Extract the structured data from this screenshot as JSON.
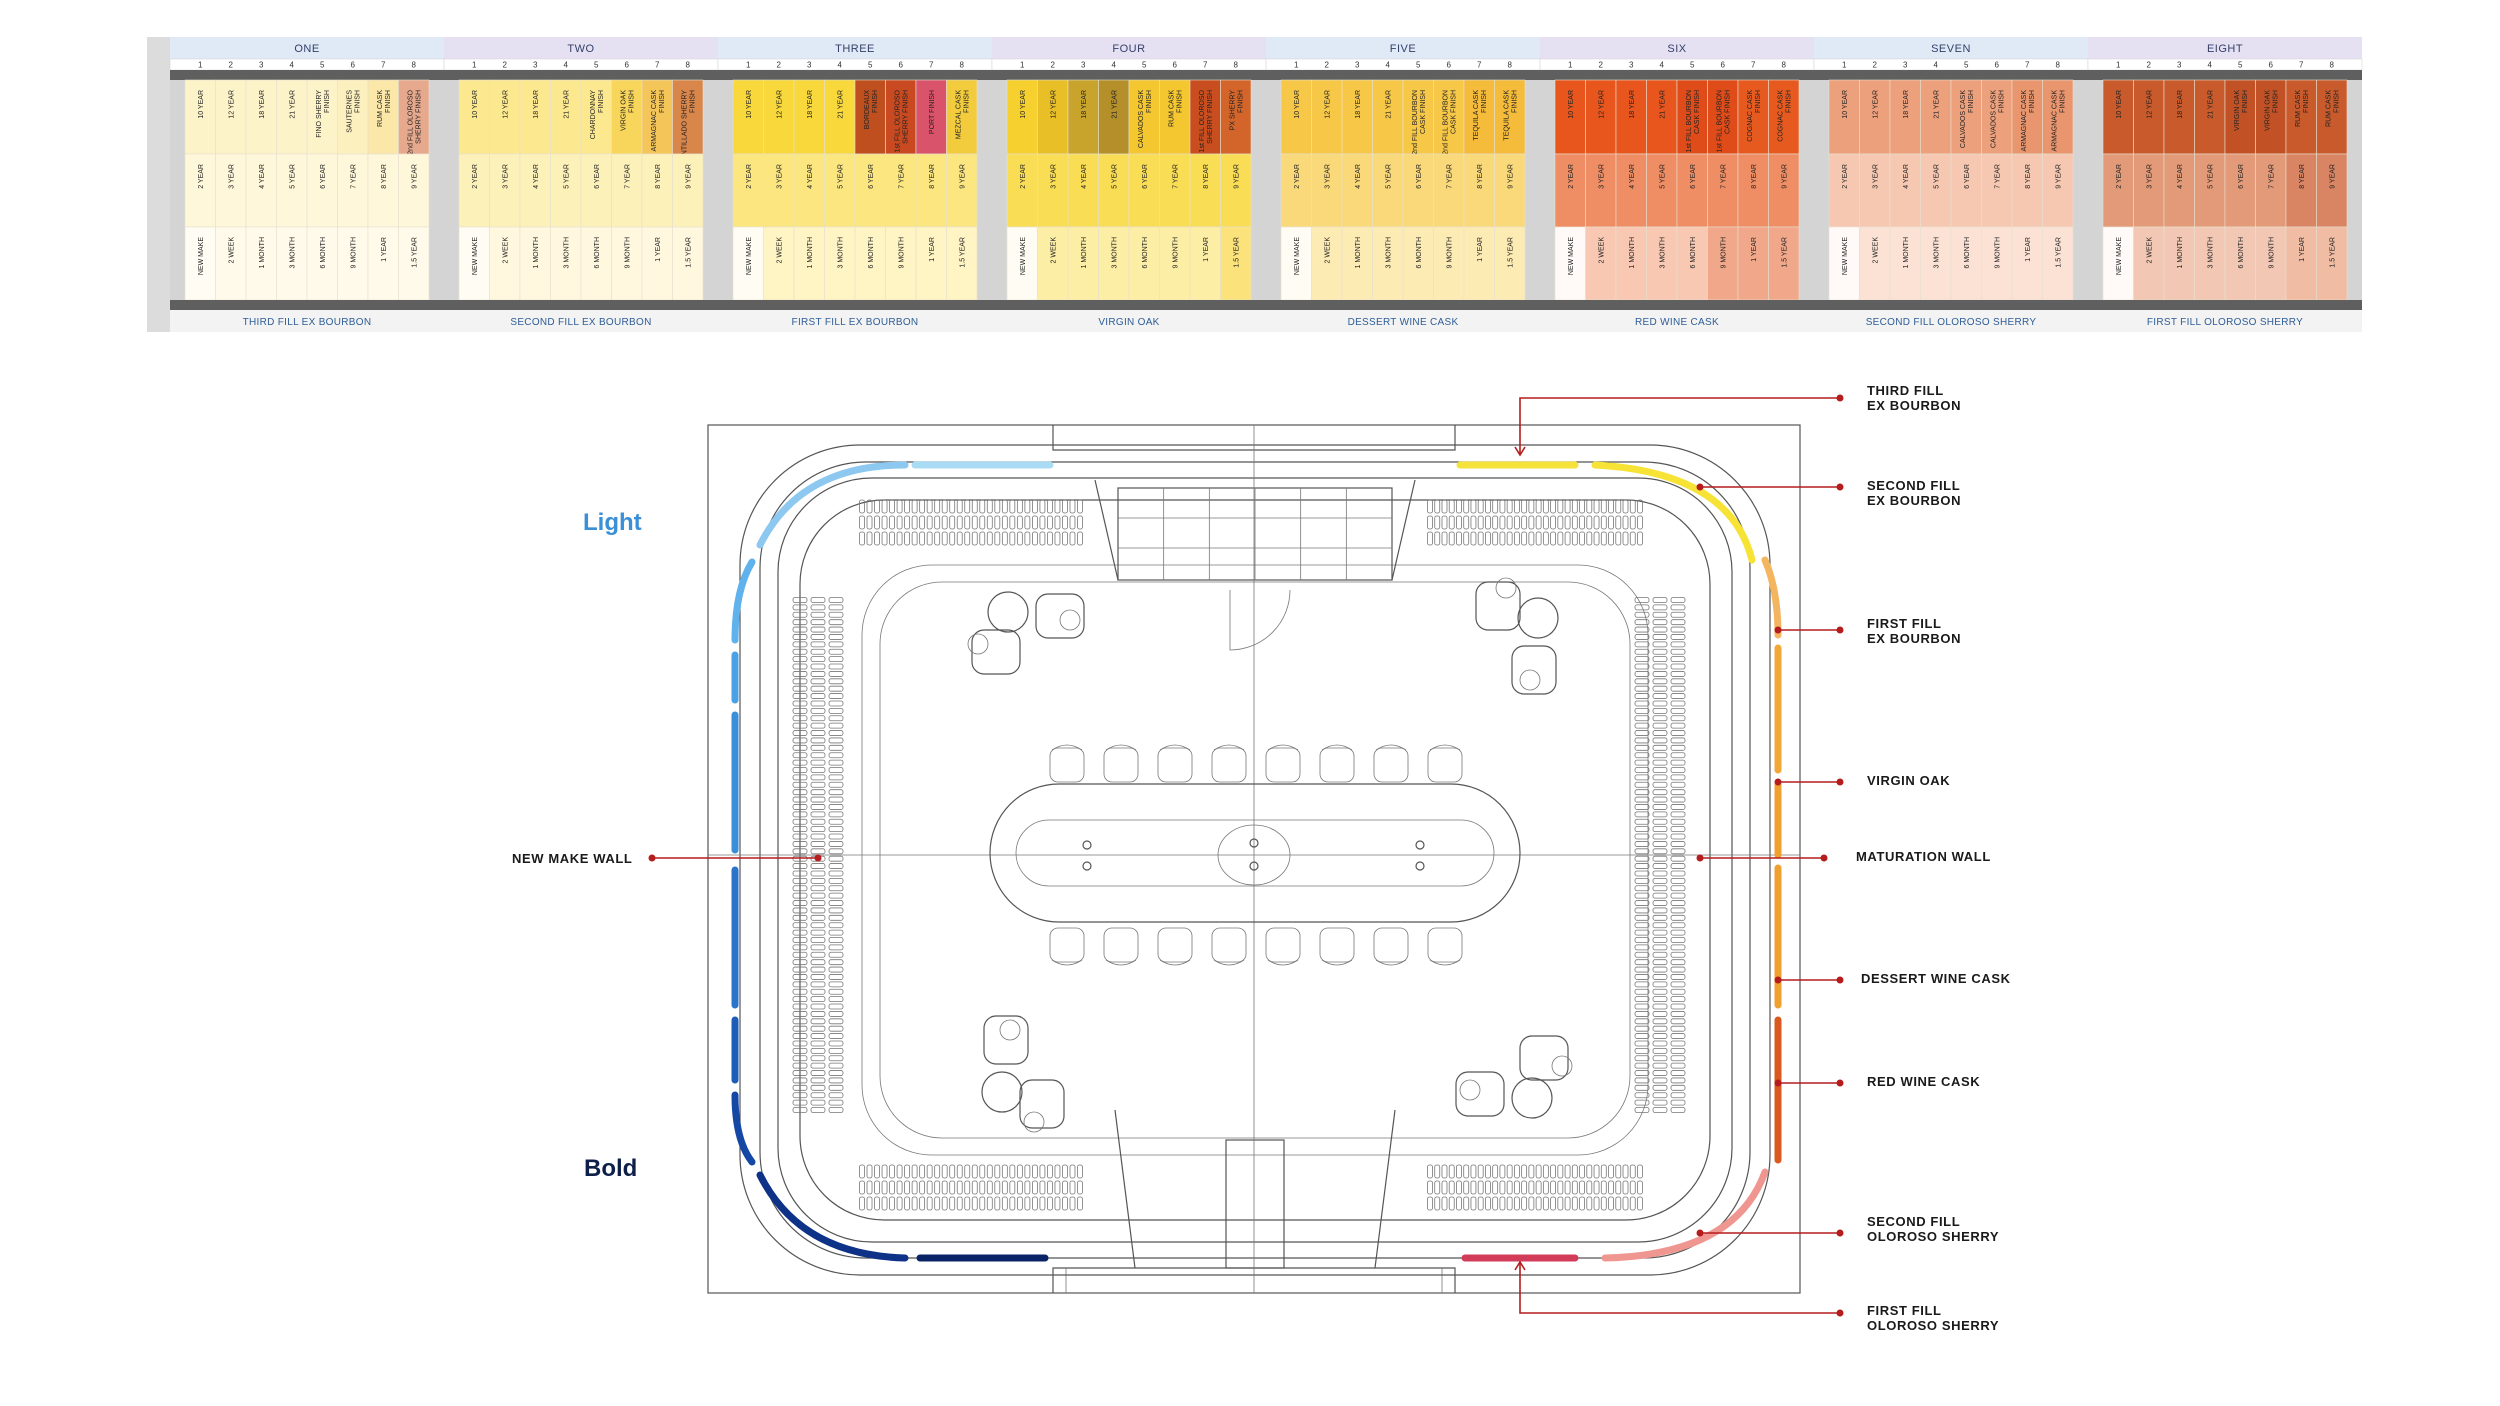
{
  "table": {
    "sections": [
      {
        "title": "ONE",
        "cask": "THIRD FILL EX BOURBON",
        "cols": [
          "1",
          "2",
          "3",
          "4",
          "5",
          "6",
          "7",
          "8"
        ],
        "rows": [
          [
            "10 YEAR",
            "12 YEAR",
            "18 YEAR",
            "21 YEAR",
            "FINO SHERRY FINISH",
            "SAUTERNES FINISH",
            "RUM CASK FINISH",
            "2nd FILL OLOROSO SHERRY FINISH"
          ],
          [
            "2 YEAR",
            "3 YEAR",
            "4 YEAR",
            "5 YEAR",
            "6 YEAR",
            "7 YEAR",
            "8 YEAR",
            "9 YEAR"
          ],
          [
            "NEW MAKE",
            "2 WEEK",
            "1 MONTH",
            "3 MONTH",
            "6 MONTH",
            "9 MONTH",
            "1 YEAR",
            "1.5 YEAR"
          ]
        ],
        "colors": [
          [
            "#fdf3c9",
            "#fdf3c9",
            "#fdf3c9",
            "#fdf3c9",
            "#fdf3c9",
            "#fdf0bf",
            "#fbe7a8",
            "#e7a98d"
          ],
          [
            "#fef7d9",
            "#fef7d9",
            "#fef7d9",
            "#fef7d9",
            "#fef7d9",
            "#fef7d9",
            "#fef7d9",
            "#fef7d9"
          ],
          [
            "#fffdf3",
            "#fffaea",
            "#fffaea",
            "#fffaea",
            "#fffaea",
            "#fffaea",
            "#fffaea",
            "#fffaea"
          ]
        ]
      },
      {
        "title": "TWO",
        "cask": "SECOND FILL EX BOURBON",
        "cols": [
          "1",
          "2",
          "3",
          "4",
          "5",
          "6",
          "7",
          "8"
        ],
        "rows": [
          [
            "10 YEAR",
            "12 YEAR",
            "18 YEAR",
            "21 YEAR",
            "CHARDONNAY FINISH",
            "VIRGIN OAK FINISH",
            "ARMAGNAC CASK FINISH",
            "AMONTILLADO SHERRY FINISH"
          ],
          [
            "2 YEAR",
            "3 YEAR",
            "4 YEAR",
            "5 YEAR",
            "6 YEAR",
            "7 YEAR",
            "8 YEAR",
            "9 YEAR"
          ],
          [
            "NEW MAKE",
            "2 WEEK",
            "1 MONTH",
            "3 MONTH",
            "6 MONTH",
            "9 MONTH",
            "1 YEAR",
            "1.5 YEAR"
          ]
        ],
        "colors": [
          [
            "#fce98f",
            "#fce98f",
            "#fce98f",
            "#fce98f",
            "#fce98f",
            "#f8d65c",
            "#f4c65a",
            "#d9864b"
          ],
          [
            "#fdf1ba",
            "#fdf1ba",
            "#fdf1ba",
            "#fdf1ba",
            "#fdf1ba",
            "#fdf1ba",
            "#fdf1ba",
            "#fdf1ba"
          ],
          [
            "#fffdf3",
            "#fff8df",
            "#fff8df",
            "#fff8df",
            "#fff8df",
            "#fff8df",
            "#fff8df",
            "#fff8df"
          ]
        ]
      },
      {
        "title": "THREE",
        "cask": "FIRST FILL EX BOURBON",
        "cols": [
          "1",
          "2",
          "3",
          "4",
          "5",
          "6",
          "7",
          "8"
        ],
        "rows": [
          [
            "10 YEAR",
            "12 YEAR",
            "18 YEAR",
            "21 YEAR",
            "BORDEAUX FINISH",
            "1st FILL OLOROSO SHERRY FINISH",
            "PORT FINISH",
            "MEZCAL CASK FINISH"
          ],
          [
            "2 YEAR",
            "3 YEAR",
            "4 YEAR",
            "5 YEAR",
            "6 YEAR",
            "7 YEAR",
            "8 YEAR",
            "9 YEAR"
          ],
          [
            "NEW MAKE",
            "2 WEEK",
            "1 MONTH",
            "3 MONTH",
            "6 MONTH",
            "9 MONTH",
            "1 YEAR",
            "1.5 YEAR"
          ]
        ],
        "colors": [
          [
            "#f8d83a",
            "#f8d83a",
            "#f8d83a",
            "#f8d83a",
            "#bf4f1e",
            "#c94a21",
            "#d9536b",
            "#f2cc3c"
          ],
          [
            "#fbe680",
            "#fbe680",
            "#fbe680",
            "#fbe680",
            "#fbe680",
            "#fbe680",
            "#fbe680",
            "#fbe680"
          ],
          [
            "#fffdf3",
            "#fef4c4",
            "#fef4c4",
            "#fef4c4",
            "#fef4c4",
            "#fef4c4",
            "#fef4c4",
            "#fef4c4"
          ]
        ]
      },
      {
        "title": "FOUR",
        "cask": "VIRGIN OAK",
        "cols": [
          "1",
          "2",
          "3",
          "4",
          "5",
          "6",
          "7",
          "8"
        ],
        "rows": [
          [
            "10 YEAR",
            "12 YEAR",
            "18 YEAR",
            "21 YEAR",
            "CALVADOS CASK FINISH",
            "RUM CASK FINISH",
            "1st FILL OLOROSO SHERRY FINISH",
            "PX SHERRY FINISH"
          ],
          [
            "2 YEAR",
            "3 YEAR",
            "4 YEAR",
            "5 YEAR",
            "6 YEAR",
            "7 YEAR",
            "8 YEAR",
            "9 YEAR"
          ],
          [
            "NEW MAKE",
            "2 WEEK",
            "1 MONTH",
            "3 MONTH",
            "6 MONTH",
            "9 MONTH",
            "1 YEAR",
            "1.5 YEAR"
          ]
        ],
        "colors": [
          [
            "#f6d02f",
            "#e9bf27",
            "#c9a42d",
            "#b48f2a",
            "#f4c62f",
            "#f4c62f",
            "#c84e1f",
            "#d3652a"
          ],
          [
            "#f9dd55",
            "#f9dd55",
            "#f9dd55",
            "#f9dd55",
            "#f9dd55",
            "#f9dd55",
            "#f9dd55",
            "#f9dd55"
          ],
          [
            "#fffdf3",
            "#fdeea5",
            "#fdeea5",
            "#fdeea5",
            "#fdeea5",
            "#fdeea5",
            "#fdeea5",
            "#fbe27a"
          ]
        ]
      },
      {
        "title": "FIVE",
        "cask": "DESSERT WINE CASK",
        "cols": [
          "1",
          "2",
          "3",
          "4",
          "5",
          "6",
          "7",
          "8"
        ],
        "rows": [
          [
            "10 YEAR",
            "12 YEAR",
            "18 YEAR",
            "21 YEAR",
            "2nd FILL BOURBON CASK FINISH",
            "2nd FILL BOURBON CASK FINISH",
            "TEQUILA CASK FINISH",
            "TEQUILA CASK FINISH"
          ],
          [
            "2 YEAR",
            "3 YEAR",
            "4 YEAR",
            "5 YEAR",
            "6 YEAR",
            "7 YEAR",
            "8 YEAR",
            "9 YEAR"
          ],
          [
            "NEW MAKE",
            "2 WEEK",
            "1 MONTH",
            "3 MONTH",
            "6 MONTH",
            "9 MONTH",
            "1 YEAR",
            "1.5 YEAR"
          ]
        ],
        "colors": [
          [
            "#f7c847",
            "#f7c847",
            "#f7c847",
            "#f7c847",
            "#f7c847",
            "#f7c847",
            "#f5bb3a",
            "#f5bb3a"
          ],
          [
            "#fad97a",
            "#fad97a",
            "#fad97a",
            "#fad97a",
            "#fad97a",
            "#fad97a",
            "#fad97a",
            "#fad97a"
          ],
          [
            "#fffdf3",
            "#fdebb4",
            "#fdebb4",
            "#fdebb4",
            "#fdebb4",
            "#fdebb4",
            "#fdebb4",
            "#fdebb4"
          ]
        ]
      },
      {
        "title": "SIX",
        "cask": "RED WINE CASK",
        "cols": [
          "1",
          "2",
          "3",
          "4",
          "5",
          "6",
          "7",
          "8"
        ],
        "rows": [
          [
            "10 YEAR",
            "12 YEAR",
            "18 YEAR",
            "21 YEAR",
            "1st FILL BOURBON CASK FINISH",
            "1st FILL BOURBON CASK FINISH",
            "COGNAC CASK FINISH",
            "COGNAC CASK FINISH"
          ],
          [
            "2 YEAR",
            "3 YEAR",
            "4 YEAR",
            "5 YEAR",
            "6 YEAR",
            "7 YEAR",
            "8 YEAR",
            "9 YEAR"
          ],
          [
            "NEW MAKE",
            "2 WEEK",
            "1 MONTH",
            "3 MONTH",
            "6 MONTH",
            "9 MONTH",
            "1 YEAR",
            "1.5 YEAR"
          ]
        ],
        "colors": [
          [
            "#e8561e",
            "#e8561e",
            "#e8561e",
            "#e8561e",
            "#df4c1a",
            "#df4c1a",
            "#e65a20",
            "#e65a20"
          ],
          [
            "#ef8d64",
            "#ef8d64",
            "#ef8d64",
            "#ef8d64",
            "#ef8d64",
            "#ef8d64",
            "#ef8d64",
            "#ef8d64"
          ],
          [
            "#fffaf7",
            "#f8c8b2",
            "#f8c8b2",
            "#f8c8b2",
            "#f8c8b2",
            "#f1a88a",
            "#f1a88a",
            "#f1a88a"
          ]
        ]
      },
      {
        "title": "SEVEN",
        "cask": "SECOND FILL OLOROSO SHERRY",
        "cols": [
          "1",
          "2",
          "3",
          "4",
          "5",
          "6",
          "7",
          "8"
        ],
        "rows": [
          [
            "10 YEAR",
            "12 YEAR",
            "18 YEAR",
            "21 YEAR",
            "CALVADOS CASK FINISH",
            "CALVADOS CASK FINISH",
            "ARMAGNAC CASK FINISH",
            "ARMAGNAC CASK FINISH"
          ],
          [
            "2 YEAR",
            "3 YEAR",
            "4 YEAR",
            "5 YEAR",
            "6 YEAR",
            "7 YEAR",
            "8 YEAR",
            "9 YEAR"
          ],
          [
            "NEW MAKE",
            "2 WEEK",
            "1 MONTH",
            "3 MONTH",
            "6 MONTH",
            "9 MONTH",
            "1 YEAR",
            "1.5 YEAR"
          ]
        ],
        "colors": [
          [
            "#eda07c",
            "#eda07c",
            "#eda07c",
            "#eda07c",
            "#eda07c",
            "#eda07c",
            "#e9956e",
            "#e9956e"
          ],
          [
            "#f6c8b1",
            "#f6c8b1",
            "#f6c8b1",
            "#f6c8b1",
            "#f6c8b1",
            "#f6c8b1",
            "#f6c8b1",
            "#f6c8b1"
          ],
          [
            "#fffaf7",
            "#fbe2d5",
            "#fbe2d5",
            "#fbe2d5",
            "#fbe2d5",
            "#fbe2d5",
            "#fbe2d5",
            "#fbe2d5"
          ]
        ]
      },
      {
        "title": "EIGHT",
        "cask": "FIRST FILL OLOROSO SHERRY",
        "cols": [
          "1",
          "2",
          "3",
          "4",
          "5",
          "6",
          "7",
          "8"
        ],
        "rows": [
          [
            "10 YEAR",
            "12 YEAR",
            "18 YEAR",
            "21 YEAR",
            "VIRGIN OAK FINISH",
            "VIRGIN OAK FINISH",
            "RUM CASK FINISH",
            "RUM CASK FINISH"
          ],
          [
            "2 YEAR",
            "3 YEAR",
            "4 YEAR",
            "5 YEAR",
            "6 YEAR",
            "7 YEAR",
            "8 YEAR",
            "9 YEAR"
          ],
          [
            "NEW MAKE",
            "2 WEEK",
            "1 MONTH",
            "3 MONTH",
            "6 MONTH",
            "9 MONTH",
            "1 YEAR",
            "1.5 YEAR"
          ]
        ],
        "colors": [
          [
            "#c85a2c",
            "#c85a2c",
            "#c85a2c",
            "#c85a2c",
            "#c25226",
            "#c25226",
            "#c85a2c",
            "#c85a2c"
          ],
          [
            "#e39a78",
            "#e39a78",
            "#e39a78",
            "#e39a78",
            "#e39a78",
            "#e39a78",
            "#d98463",
            "#d98463"
          ],
          [
            "#fffaf7",
            "#f2c8b4",
            "#f2c8b4",
            "#f2c8b4",
            "#f2c8b4",
            "#f2c8b4",
            "#f0bca4",
            "#f0bca4"
          ]
        ]
      }
    ],
    "header_colors": [
      "#dfeaf6",
      "#e5e1f2",
      "#dfeaf6",
      "#e5e1f2",
      "#dfeaf6",
      "#e5e1f2",
      "#dfeaf6",
      "#e5e1f2"
    ]
  },
  "plan": {
    "light_label": "Light",
    "bold_label": "Bold",
    "left_callout": "NEW MAKE WALL",
    "right_callouts": [
      {
        "lines": [
          "THIRD FILL",
          "EX BOURBON"
        ]
      },
      {
        "lines": [
          "SECOND  FILL",
          "EX BOURBON"
        ]
      },
      {
        "lines": [
          "FIRST  FILL",
          "EX BOURBON"
        ]
      },
      {
        "lines": [
          "VIRGIN OAK"
        ]
      },
      {
        "lines": [
          "MATURATION WALL"
        ]
      },
      {
        "lines": [
          "DESSERT WINE CASK"
        ]
      },
      {
        "lines": [
          "RED WINE CASK"
        ]
      },
      {
        "lines": [
          "SECOND FILL",
          "OLOROSO SHERRY"
        ]
      },
      {
        "lines": [
          "FIRST FILL",
          "OLOROSO SHERRY"
        ]
      }
    ],
    "colors": {
      "callout_line": "#b51d1d",
      "light_blue": "#8cc8ef",
      "mid_blue": "#2a7fd0",
      "dark_blue": "#0a2366",
      "yellow": "#f5e23a",
      "orange": "#f0a030",
      "red": "#c8371b",
      "pink": "#f09690",
      "crimson": "#d23c58"
    }
  }
}
